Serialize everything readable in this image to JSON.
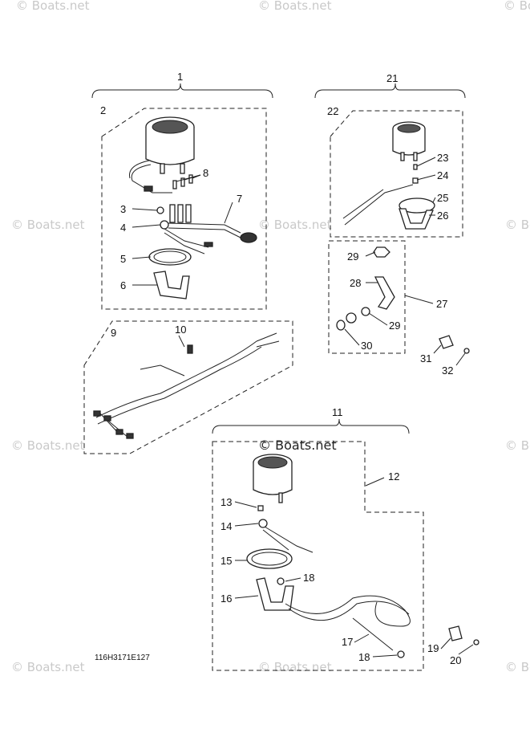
{
  "watermark": "© Boats.net",
  "diagram_code": "116H3171E127",
  "labels": {
    "n1": "1",
    "n2": "2",
    "n3": "3",
    "n4": "4",
    "n5": "5",
    "n6": "6",
    "n7": "7",
    "n8": "8",
    "n9": "9",
    "n10": "10",
    "n11": "11",
    "n12": "12",
    "n13": "13",
    "n14": "14",
    "n15": "15",
    "n16": "16",
    "n17": "17",
    "n18a": "18",
    "n18b": "18",
    "n19": "19",
    "n20": "20",
    "n21": "21",
    "n22": "22",
    "n23": "23",
    "n24": "24",
    "n25": "25",
    "n26": "26",
    "n27": "27",
    "n28": "28",
    "n29a": "29",
    "n29b": "29",
    "n30": "30",
    "n31": "31",
    "n32": "32"
  }
}
